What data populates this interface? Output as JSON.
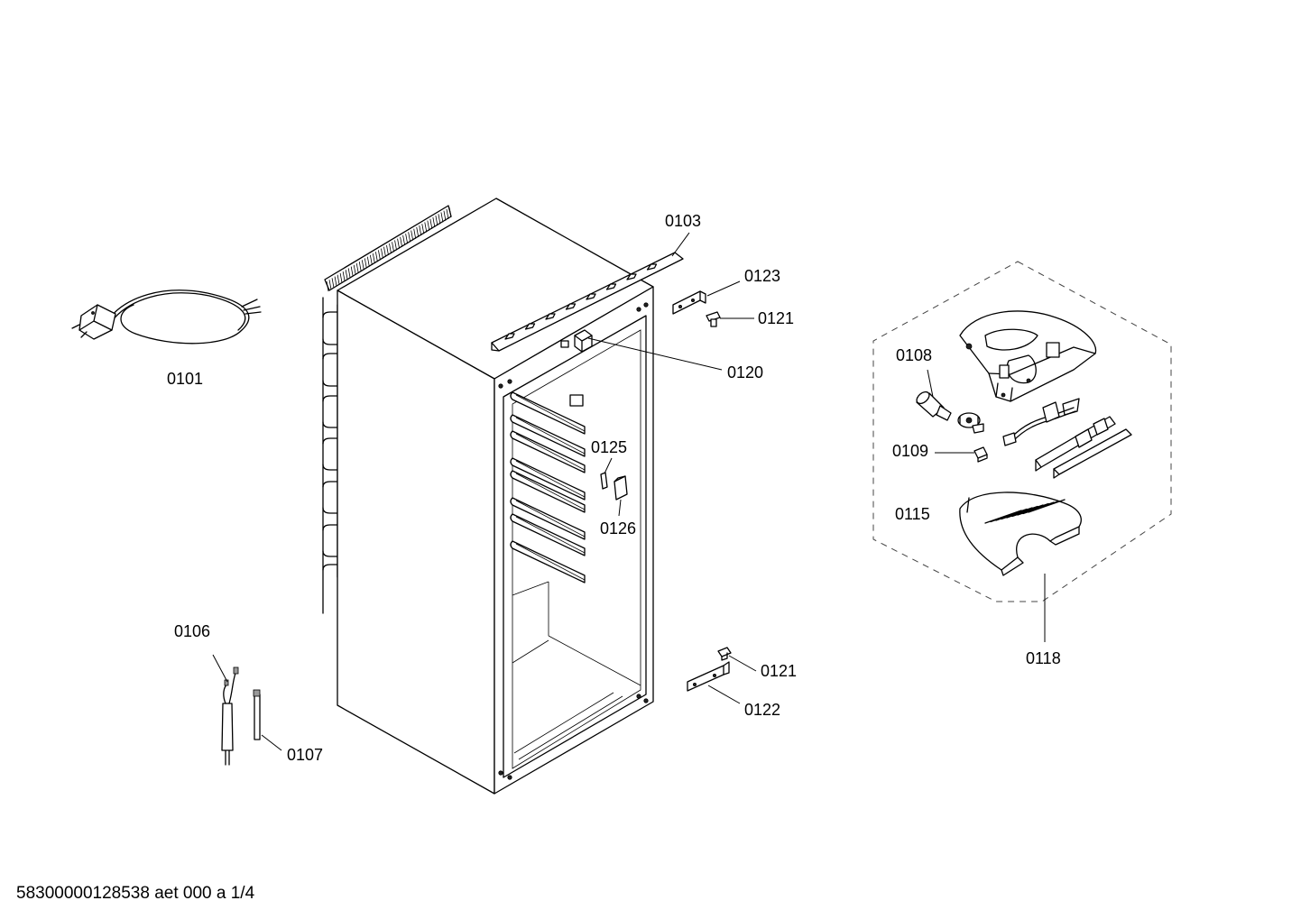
{
  "parts": [
    {
      "id": "p0101",
      "label": "0101"
    },
    {
      "id": "p0103",
      "label": "0103"
    },
    {
      "id": "p0106",
      "label": "0106"
    },
    {
      "id": "p0107",
      "label": "0107"
    },
    {
      "id": "p0108",
      "label": "0108"
    },
    {
      "id": "p0109",
      "label": "0109"
    },
    {
      "id": "p0115",
      "label": "0115"
    },
    {
      "id": "p0118",
      "label": "0118"
    },
    {
      "id": "p0120",
      "label": "0120"
    },
    {
      "id": "p0121a",
      "label": "0121"
    },
    {
      "id": "p0121b",
      "label": "0121"
    },
    {
      "id": "p0122",
      "label": "0122"
    },
    {
      "id": "p0123",
      "label": "0123"
    },
    {
      "id": "p0125",
      "label": "0125"
    },
    {
      "id": "p0126",
      "label": "0126"
    }
  ],
  "footer": "58300000128538 aet 000 a 1/4"
}
